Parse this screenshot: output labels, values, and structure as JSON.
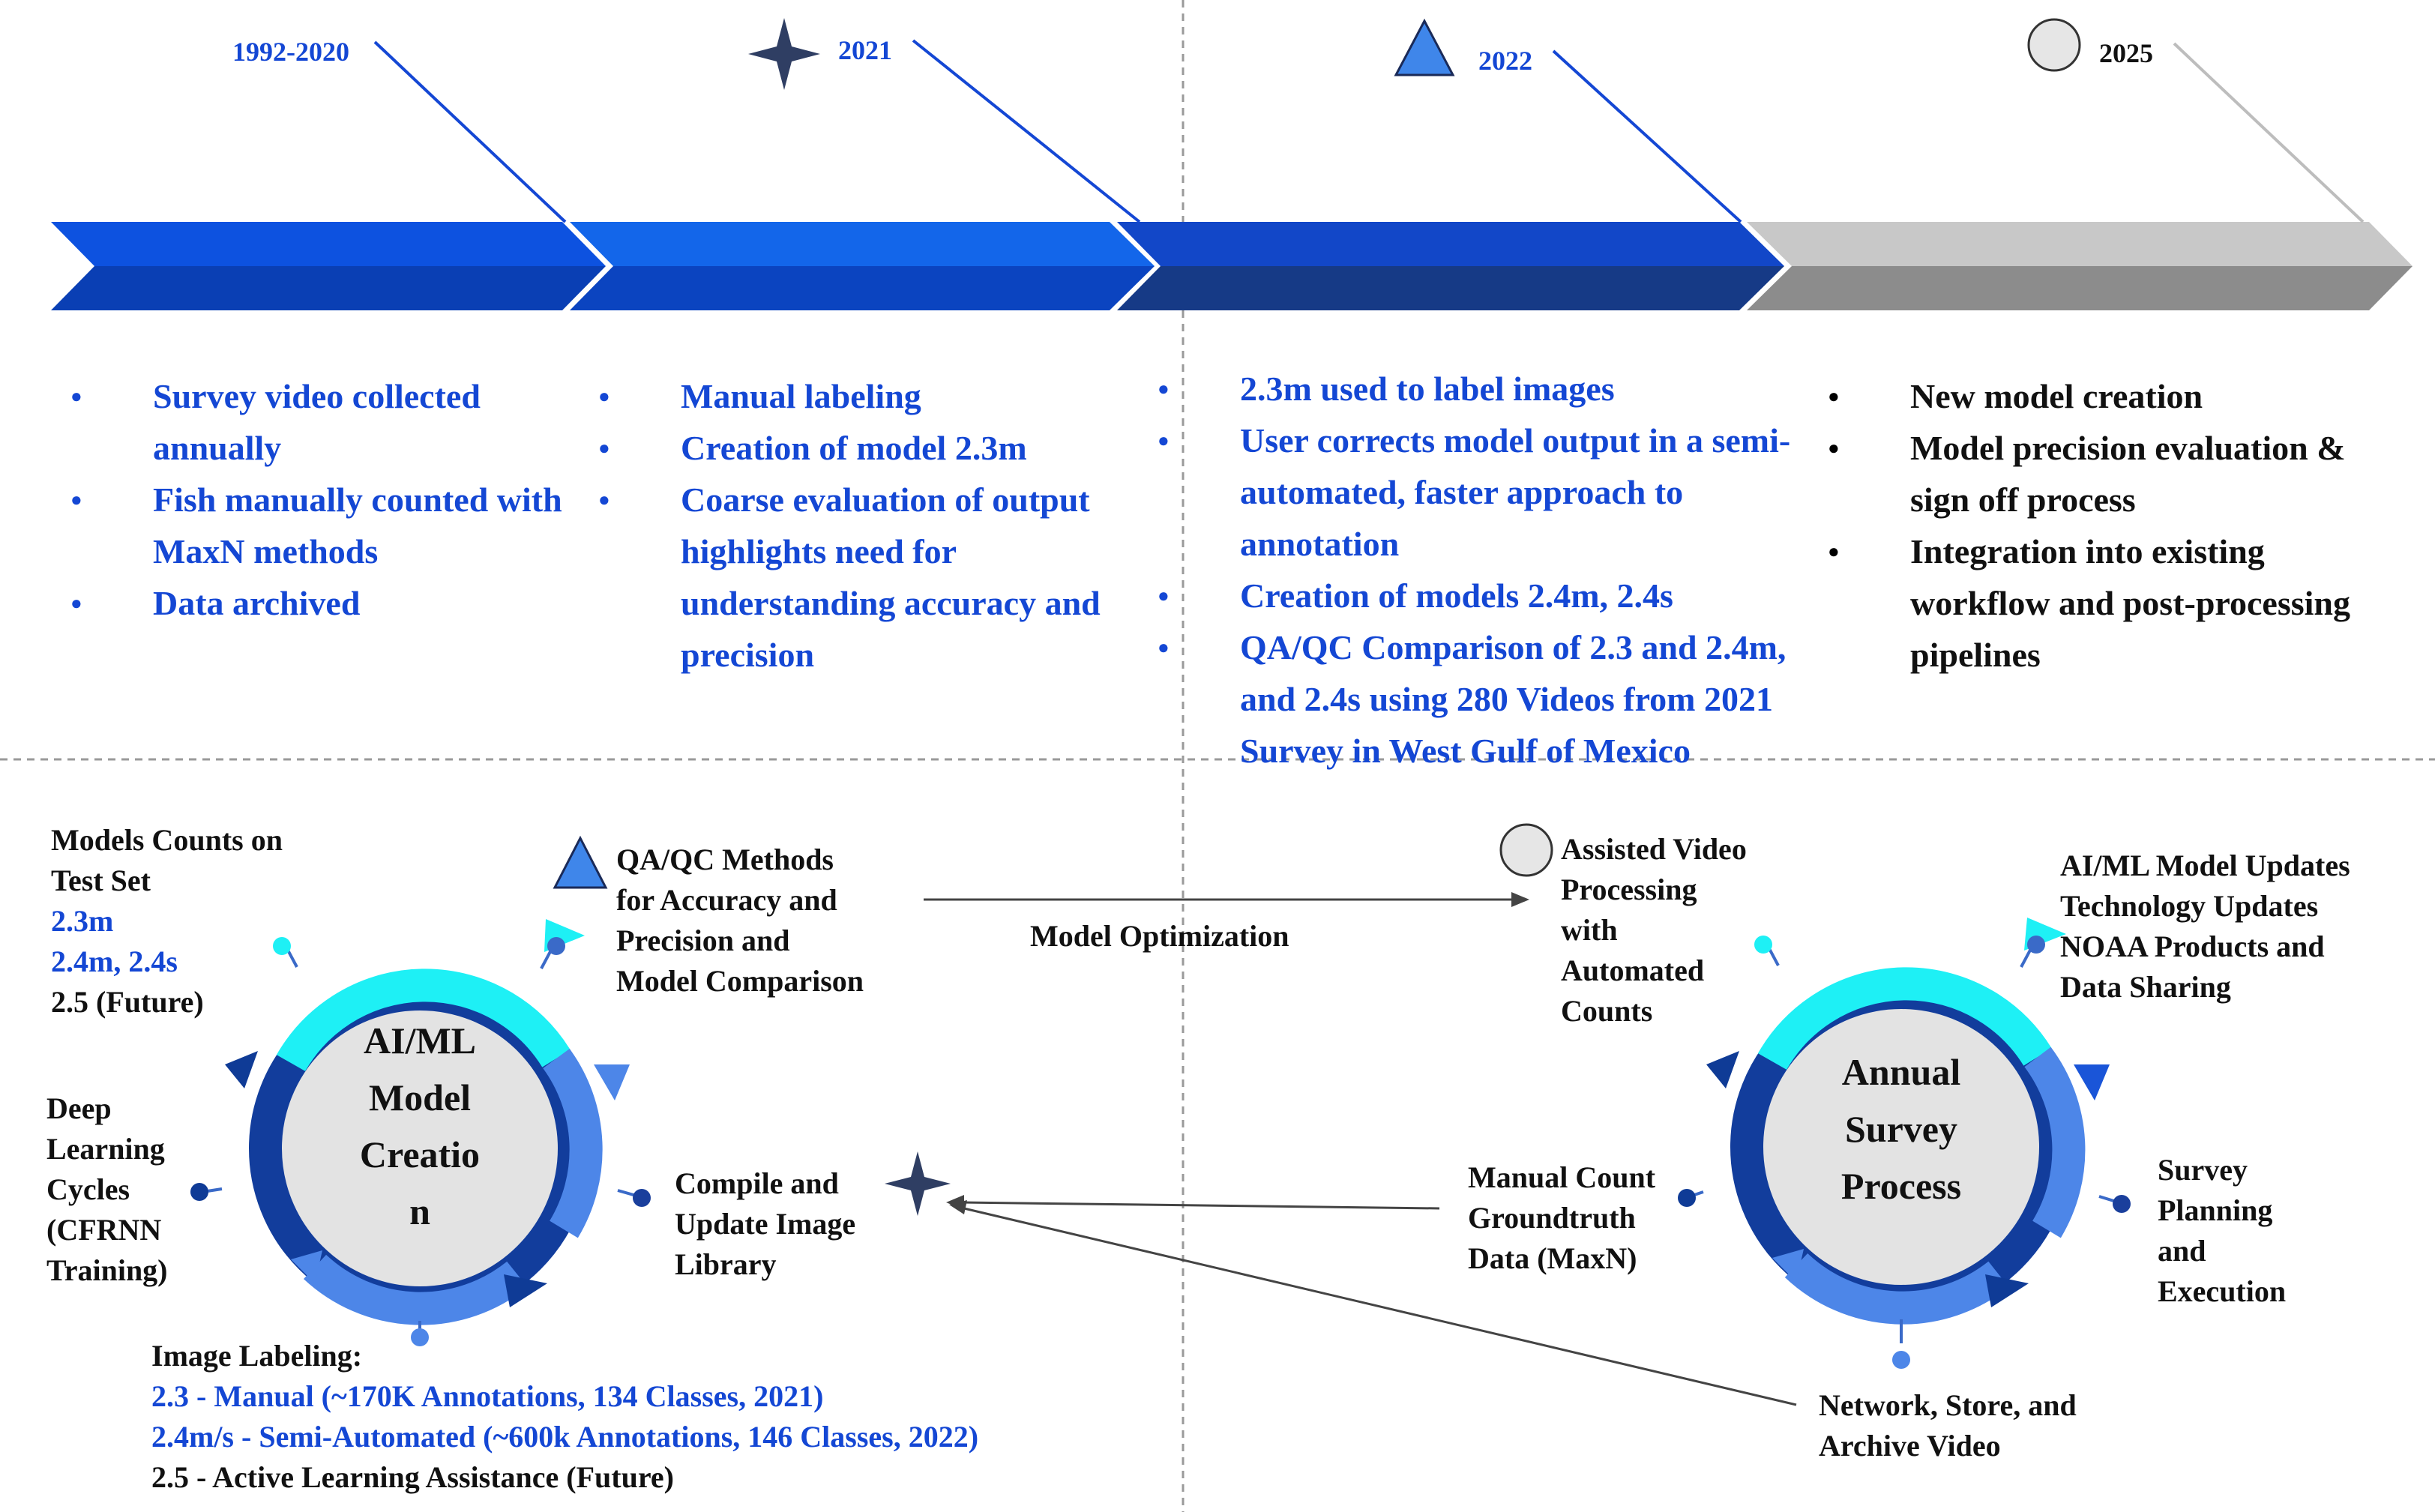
{
  "timeline": {
    "years": [
      "1992-2020",
      "2021",
      "2022",
      "2025"
    ],
    "phases": [
      {
        "items": [
          "Survey video collected annually",
          "Fish manually counted with MaxN methods",
          "Data archived"
        ]
      },
      {
        "items": [
          "Manual labeling",
          "Creation of model 2.3m",
          "Coarse evaluation of output highlights need for understanding accuracy and precision"
        ]
      },
      {
        "items": [
          "2.3m used to label images",
          "User corrects model output in a semi-automated, faster approach to annotation",
          "Creation of models 2.4m, 2.4s",
          "QA/QC Comparison of 2.3 and 2.4m, and 2.4s using 280 Videos from 2021 Survey in West Gulf of Mexico"
        ]
      },
      {
        "items": [
          "New model creation",
          "Model precision evaluation & sign off process",
          "Integration into existing workflow and  post-processing pipelines"
        ]
      }
    ]
  },
  "left_cycle": {
    "center": [
      "AI/ML",
      "Model",
      "Creatio",
      "n"
    ],
    "counts": {
      "heading": [
        "Models Counts on",
        "Test Set"
      ],
      "m23": "2.3m",
      "m24": "2.4m, 2.4s",
      "m25": "2.5 (Future)"
    },
    "qaqc": [
      "QA/QC Methods",
      "for Accuracy and",
      "Precision and",
      "Model Comparison"
    ],
    "compile": [
      "Compile and",
      "Update Image",
      "Library"
    ],
    "deep": [
      "Deep",
      "Learning",
      "Cycles",
      "(CFRNN",
      "Training)"
    ],
    "labeling": {
      "heading": "Image Labeling:",
      "l1": "2.3 - Manual (~170K Annotations, 134 Classes,  2021)",
      "l2": "2.4m/s - Semi-Automated (~600k Annotations, 146 Classes, 2022)",
      "l3": "2.5 - Active Learning Assistance (Future)"
    }
  },
  "right_cycle": {
    "center": [
      "Annual",
      "Survey",
      "Process"
    ],
    "assisted": [
      "Assisted Video",
      "Processing",
      "with",
      "Automated",
      "Counts"
    ],
    "updates": [
      "AI/ML Model Updates",
      "Technology Updates",
      "NOAA Products and",
      "Data Sharing"
    ],
    "planning": [
      "Survey",
      "Planning",
      "and",
      "Execution"
    ],
    "manual": [
      "Manual Count",
      "Groundtruth",
      "Data (MaxN)"
    ],
    "network": [
      "Network, Store, and",
      "Archive Video"
    ]
  },
  "model_optimization": "Model Optimization",
  "colors": {
    "blue_text": "#1447d4",
    "arrow_dark": "#0a3fbf",
    "arrow_light": "#1e63e0",
    "arrow_grey": "#c9c9c9",
    "cyan": "#1ef0f5"
  }
}
